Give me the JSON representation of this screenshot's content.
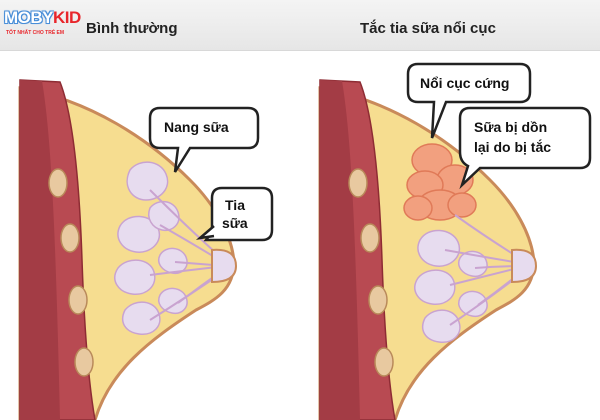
{
  "logo": {
    "brand_a": "MOBY",
    "brand_b": "KID",
    "tagline": "TỐT NHẤT CHO TRẺ EM"
  },
  "titles": {
    "left": "Bình thường",
    "right": "Tắc tia sữa nổi cục"
  },
  "labels": {
    "nang_sua": "Nang sữa",
    "tia_sua_1": "Tia",
    "tia_sua_2": "sữa",
    "noi_cuc_cung": "Nổi cục cứng",
    "sua_bi_don_1": "Sữa bị dồn",
    "sua_bi_don_2": "lại do bị tắc"
  },
  "colors": {
    "muscle": "#b84a52",
    "muscle_dark": "#8e2c34",
    "fat": "#f6dd90",
    "skin": "#c98a5a",
    "rib": "#e8c9a0",
    "lobule": "#e7dcef",
    "lobule_stroke": "#c9a3d0",
    "lump": "#f2a07f"
  }
}
